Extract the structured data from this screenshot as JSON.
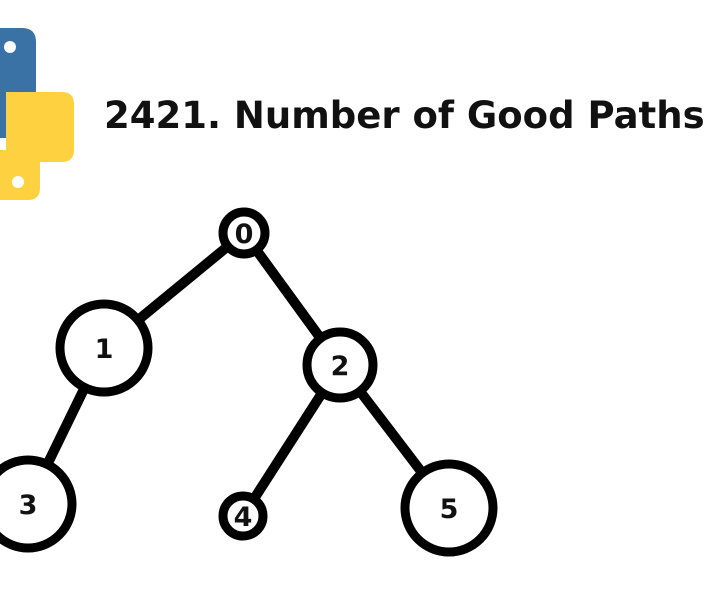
{
  "title": "2421. Number of Good Paths",
  "logo": {
    "icon": "python-logo-icon",
    "colors": {
      "blue": "#3a72a6",
      "yellow": "#fdd13f"
    }
  },
  "graph": {
    "nodes": [
      {
        "id": "0",
        "label": "0"
      },
      {
        "id": "1",
        "label": "1"
      },
      {
        "id": "2",
        "label": "2"
      },
      {
        "id": "3",
        "label": "3"
      },
      {
        "id": "4",
        "label": "4"
      },
      {
        "id": "5",
        "label": "5"
      }
    ],
    "edges": [
      {
        "from": "0",
        "to": "1"
      },
      {
        "from": "0",
        "to": "2"
      },
      {
        "from": "1",
        "to": "3"
      },
      {
        "from": "2",
        "to": "4"
      },
      {
        "from": "2",
        "to": "5"
      }
    ]
  }
}
